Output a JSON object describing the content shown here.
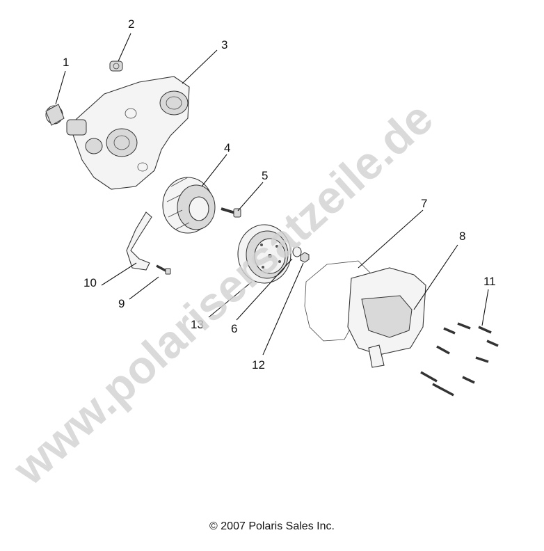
{
  "diagram": {
    "watermark": "www.polarisersatzeile.de",
    "copyright": "© 2007 Polaris Sales Inc.",
    "callouts": [
      {
        "id": "1",
        "label": "1"
      },
      {
        "id": "2",
        "label": "2"
      },
      {
        "id": "3",
        "label": "3"
      },
      {
        "id": "4",
        "label": "4"
      },
      {
        "id": "5",
        "label": "5"
      },
      {
        "id": "6",
        "label": "6"
      },
      {
        "id": "7",
        "label": "7"
      },
      {
        "id": "8",
        "label": "8"
      },
      {
        "id": "9",
        "label": "9"
      },
      {
        "id": "10",
        "label": "10"
      },
      {
        "id": "11",
        "label": "11"
      },
      {
        "id": "12",
        "label": "12"
      },
      {
        "id": "13",
        "label": "13"
      }
    ]
  }
}
